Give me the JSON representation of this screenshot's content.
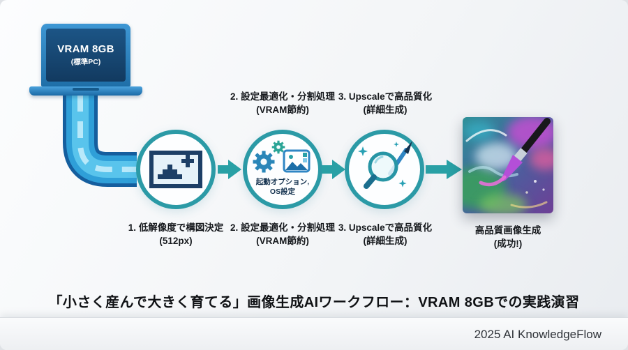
{
  "laptop": {
    "screen_line1": "VRAM 8GB",
    "screen_line2": "(標準PC)"
  },
  "steps": [
    {
      "caption": "1. 低解像度で構図決定",
      "caption_sub": "(512px)"
    },
    {
      "top_caption": "2. 設定最適化・分割処理",
      "top_caption_sub": "(VRAM節約)",
      "inner_line1": "起動オプション,",
      "inner_line2": "OS設定",
      "caption": "2. 設定最適化・分割処理",
      "caption_sub": "(VRAM節約)"
    },
    {
      "top_caption": "3. Upscaleで高品質化",
      "top_caption_sub": "(詳細生成)",
      "caption": "3. Upscaleで高品質化",
      "caption_sub": "(詳細生成)"
    }
  ],
  "result": {
    "caption": "高品質画像生成",
    "caption_sub": "(成功!)"
  },
  "title": "「小さく産んで大きく育てる」画像生成AIワークフロー：VRAM 8GBでの実践演習",
  "footer": "2025 AI KnowledgeFlow",
  "icons": {
    "step1": "pixel-image-icon",
    "step2": [
      "gear-icon",
      "split-image-icon"
    ],
    "step3": [
      "magnifier-icon",
      "paintbrush-icon",
      "sparkle-icon"
    ]
  },
  "colors": {
    "teal_ring": "#2b9aa6",
    "pipe_blue": "#2f9fd8",
    "pipe_highlight": "#5ec8ee",
    "laptop_blue": "#2e86c1",
    "screen_navy": "#123a60",
    "text_dark": "#15181c"
  }
}
